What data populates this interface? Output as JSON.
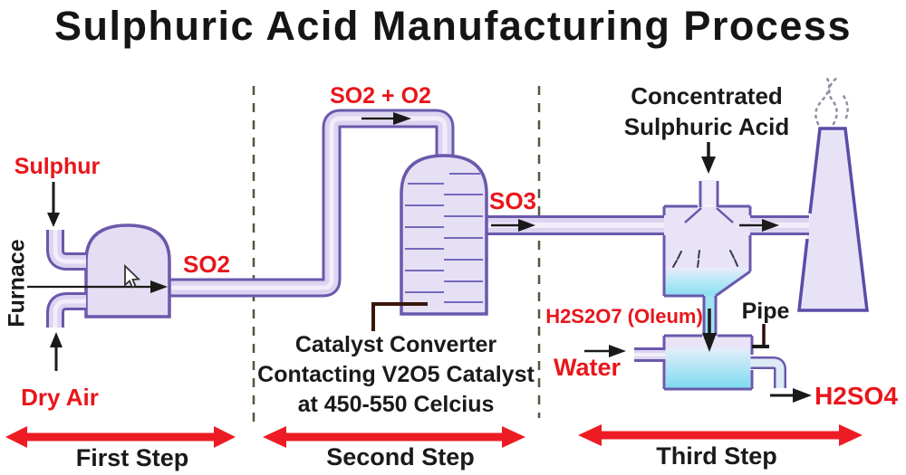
{
  "title": "Sulphuric Acid Manufacturing Process",
  "step1": {
    "sulphur_label": "Sulphur",
    "furnace_label": "Furnace",
    "dry_air_label": "Dry Air",
    "so2_label": "SO2",
    "step_label": "First Step"
  },
  "step2": {
    "so2_o2_label": "SO2 + O2",
    "so3_label": "SO3",
    "catalyst_note": {
      "line1": "Catalyst Converter",
      "line2": "Contacting V2O5 Catalyst",
      "line3": "at 450-550 Celcius"
    },
    "step_label": "Second Step"
  },
  "step3": {
    "concentrated_acid_label": {
      "line1": "Concentrated",
      "line2": "Sulphuric Acid"
    },
    "oleum_label": "H2S2O7 (Oleum)",
    "pipe_label": "Pipe",
    "water_label": "Water",
    "h2so4_label": "H2SO4",
    "step_label": "Third Step"
  },
  "icons": {
    "cursor": "mouse-pointer",
    "smoke": "smoke-dots"
  },
  "colors": {
    "accent_red_arrow": "#ED1C24",
    "label_red": "#E8161B",
    "pipe_purple": "#6A58AC",
    "vessel_fill": "#E6E0F5",
    "liquid_cyan": "#7EDBF0",
    "text_black": "#1A1A1A",
    "dashed_separator": "#55553F"
  }
}
